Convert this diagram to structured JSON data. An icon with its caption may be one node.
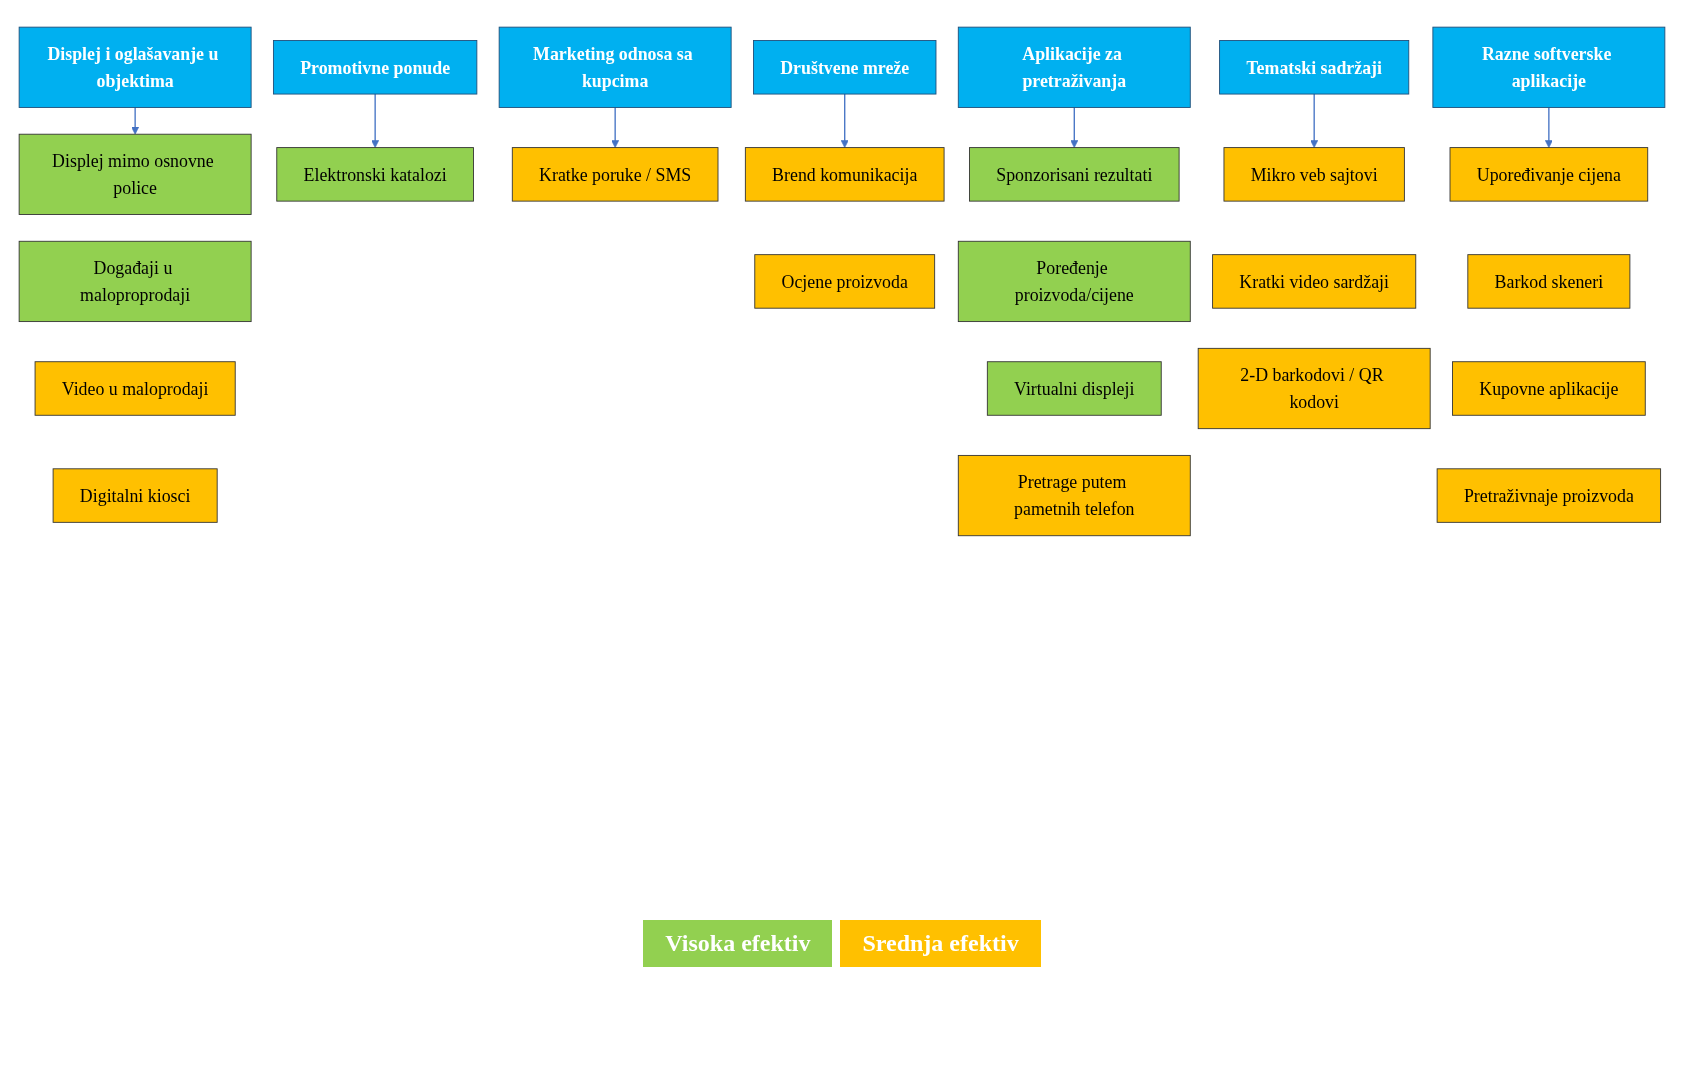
{
  "diagram": {
    "nodes": [
      {
        "text": [
          "Displej i oglašavanje u objektima"
        ]
      },
      {
        "text": [
          "Displej mimo osnovne police"
        ]
      },
      {
        "text": [
          "Događaji u maloproprodaji"
        ]
      },
      {
        "text": [
          "Video u maloprodaji"
        ]
      },
      {
        "text": [
          "Digitalni kiosci"
        ]
      },
      {
        "text": [
          "Promotivne ponude"
        ]
      },
      {
        "text": [
          "Elektronski katalozi"
        ]
      },
      {
        "text": [
          "Marketing odnosa sa kupcima"
        ]
      },
      {
        "text": [
          "Kratke poruke / SMS"
        ]
      },
      {
        "text": [
          "Društvene mreže"
        ]
      },
      {
        "text": [
          "Brend komunikacija"
        ]
      },
      {
        "text": [
          "Ocjene proizvoda"
        ]
      },
      {
        "text": [
          "Aplikacije za pretraživanja"
        ]
      },
      {
        "text": [
          "Sponzorisani rezultati"
        ]
      },
      {
        "text": [
          "Poređenje proizvoda/cijene"
        ]
      },
      {
        "text": [
          "Virtualni displeji"
        ]
      },
      {
        "text": [
          "Pretrage putem pametnih telefon"
        ]
      },
      {
        "text": [
          "Tematski sadržaji"
        ]
      },
      {
        "text": [
          "Mikro veb sajtovi"
        ]
      },
      {
        "text": [
          "Kratki video sardžaji"
        ]
      },
      {
        "text": [
          "2-D barkodovi / QR kodovi"
        ]
      },
      {
        "text": [
          "Razne softverske aplikacije"
        ]
      },
      {
        "text": [
          "Upoređivanje cijena"
        ]
      },
      {
        "text": [
          "Barkod skeneri"
        ]
      },
      {
        "text": [
          "Kupovne aplikacije"
        ]
      },
      {
        "text": [
          "Pretraživnaje proizvoda"
        ]
      }
    ],
    "edges": [
      {
        "from": 0,
        "to": 1,
        "arrow": "to"
      },
      {
        "from": 5,
        "to": 6,
        "arrow": "to"
      },
      {
        "from": 7,
        "to": 8,
        "arrow": "to"
      },
      {
        "from": 9,
        "to": 10,
        "arrow": "to"
      },
      {
        "from": 12,
        "to": 13,
        "arrow": "to"
      },
      {
        "from": 17,
        "to": 18,
        "arrow": "to"
      },
      {
        "from": 21,
        "to": 22,
        "arrow": "to"
      }
    ],
    "legend": [
      {
        "text": "Visoka efektiv",
        "color": "#92d050"
      },
      {
        "text": "Srednja efektiv",
        "color": "#ffc000"
      }
    ]
  }
}
